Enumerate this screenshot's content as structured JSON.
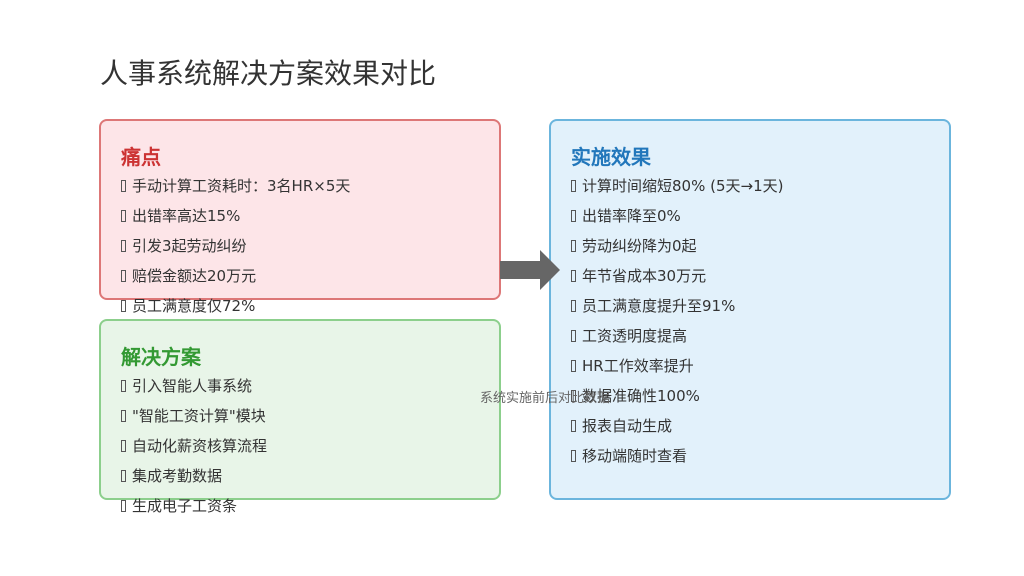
{
  "title": "人事系统解决方案效果对比",
  "pain": {
    "heading": "痛点",
    "items": [
      "手动计算工资耗时：3名HR×5天",
      "出错率高达15%",
      "引发3起劳动纠纷",
      "赔偿金额达20万元",
      "员工满意度仅72%"
    ]
  },
  "solution": {
    "heading": "解决方案",
    "items": [
      "引入智能人事系统",
      "\"智能工资计算\"模块",
      "自动化薪资核算流程",
      "集成考勤数据",
      "生成电子工资条"
    ]
  },
  "result": {
    "heading": "实施效果",
    "items": [
      "计算时间缩短80% (5天→1天)",
      "出错率降至0%",
      "劳动纠纷降为0起",
      "年节省成本30万元",
      "员工满意度提升至91%",
      "工资透明度提高",
      "HR工作效率提升",
      "数据准确性100%",
      "报表自动生成",
      "移动端随时查看"
    ]
  },
  "caption": "系统实施前后对比数据",
  "colors": {
    "pain_border": "#dd7777",
    "pain_bg": "#fde5e8",
    "solution_border": "#8ccf8c",
    "solution_bg": "#e8f5e8",
    "result_border": "#6bb5dd",
    "result_bg": "#e2f1fb",
    "arrow": "#666666"
  },
  "icons": {
    "bullet": "missing-glyph-icon",
    "arrow": "right-arrow-icon"
  }
}
